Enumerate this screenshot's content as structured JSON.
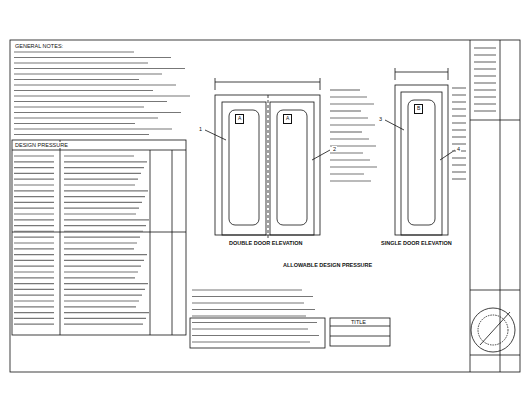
{
  "diagram": {
    "nodes": [
      {
        "text": [
          "A"
        ]
      },
      {
        "text": [
          "A"
        ]
      },
      {
        "text": [
          "B"
        ]
      }
    ],
    "labels": [
      "GENERAL NOTES:",
      "DESIGN PRESSURE",
      "DOUBLE DOOR ELEVATION",
      "SINGLE DOOR ELEVATION",
      "ALLOWABLE DESIGN PRESSURE",
      "TITLE",
      "1",
      "2",
      "3",
      "4"
    ]
  }
}
